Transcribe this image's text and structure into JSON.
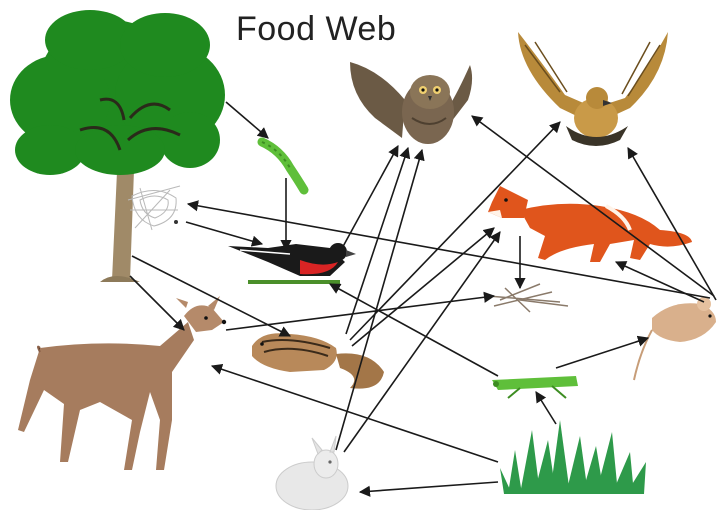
{
  "title": "Food Web",
  "organisms": [
    {
      "id": "tree",
      "icon": "tree-icon"
    },
    {
      "id": "caterpillar",
      "icon": "caterpillar-icon"
    },
    {
      "id": "spider",
      "icon": "spider-icon"
    },
    {
      "id": "owl",
      "icon": "owl-icon"
    },
    {
      "id": "hawk",
      "icon": "hawk-icon"
    },
    {
      "id": "bird",
      "icon": "bird-icon"
    },
    {
      "id": "fox",
      "icon": "fox-icon"
    },
    {
      "id": "deer",
      "icon": "deer-icon"
    },
    {
      "id": "chipmunk",
      "icon": "chipmunk-icon"
    },
    {
      "id": "twigs",
      "icon": "twigs-icon"
    },
    {
      "id": "mouse",
      "icon": "mouse-icon"
    },
    {
      "id": "grasshopper",
      "icon": "grasshopper-icon"
    },
    {
      "id": "grass",
      "icon": "grass-icon"
    },
    {
      "id": "rabbit",
      "icon": "rabbit-icon"
    }
  ],
  "links": [
    {
      "from": "tree",
      "to": "caterpillar"
    },
    {
      "from": "caterpillar",
      "to": "bird"
    },
    {
      "from": "spider",
      "to": "bird"
    },
    {
      "from": "tree",
      "to": "deer"
    },
    {
      "from": "tree",
      "to": "chipmunk"
    },
    {
      "from": "bird",
      "to": "owl"
    },
    {
      "from": "chipmunk",
      "to": "owl"
    },
    {
      "from": "chipmunk",
      "to": "hawk"
    },
    {
      "from": "chipmunk",
      "to": "fox"
    },
    {
      "from": "rabbit",
      "to": "owl"
    },
    {
      "from": "rabbit",
      "to": "fox"
    },
    {
      "from": "fox",
      "to": "twigs"
    },
    {
      "from": "deer",
      "to": "twigs"
    },
    {
      "from": "mouse",
      "to": "hawk"
    },
    {
      "from": "mouse",
      "to": "fox"
    },
    {
      "from": "mouse",
      "to": "spider"
    },
    {
      "from": "mouse",
      "to": "owl"
    },
    {
      "from": "grasshopper",
      "to": "mouse"
    },
    {
      "from": "grasshopper",
      "to": "bird"
    },
    {
      "from": "grass",
      "to": "grasshopper"
    },
    {
      "from": "grass",
      "to": "rabbit"
    },
    {
      "from": "grass",
      "to": "deer"
    }
  ],
  "colors": {
    "arrow": "#1a1a1a",
    "tree_leaves": "#1f8a1f",
    "tree_trunk": "#a08a68",
    "owl": "#6b5a45",
    "hawk": "#b88a3a",
    "fox": "#e0551c",
    "deer": "#a67c5e",
    "chipmunk": "#b8895a",
    "grass": "#2e9a4a",
    "grasshopper": "#5fbf3a",
    "bird": "#d92424",
    "mouse": "#d9b08c",
    "rabbit": "#e8e8e8"
  }
}
